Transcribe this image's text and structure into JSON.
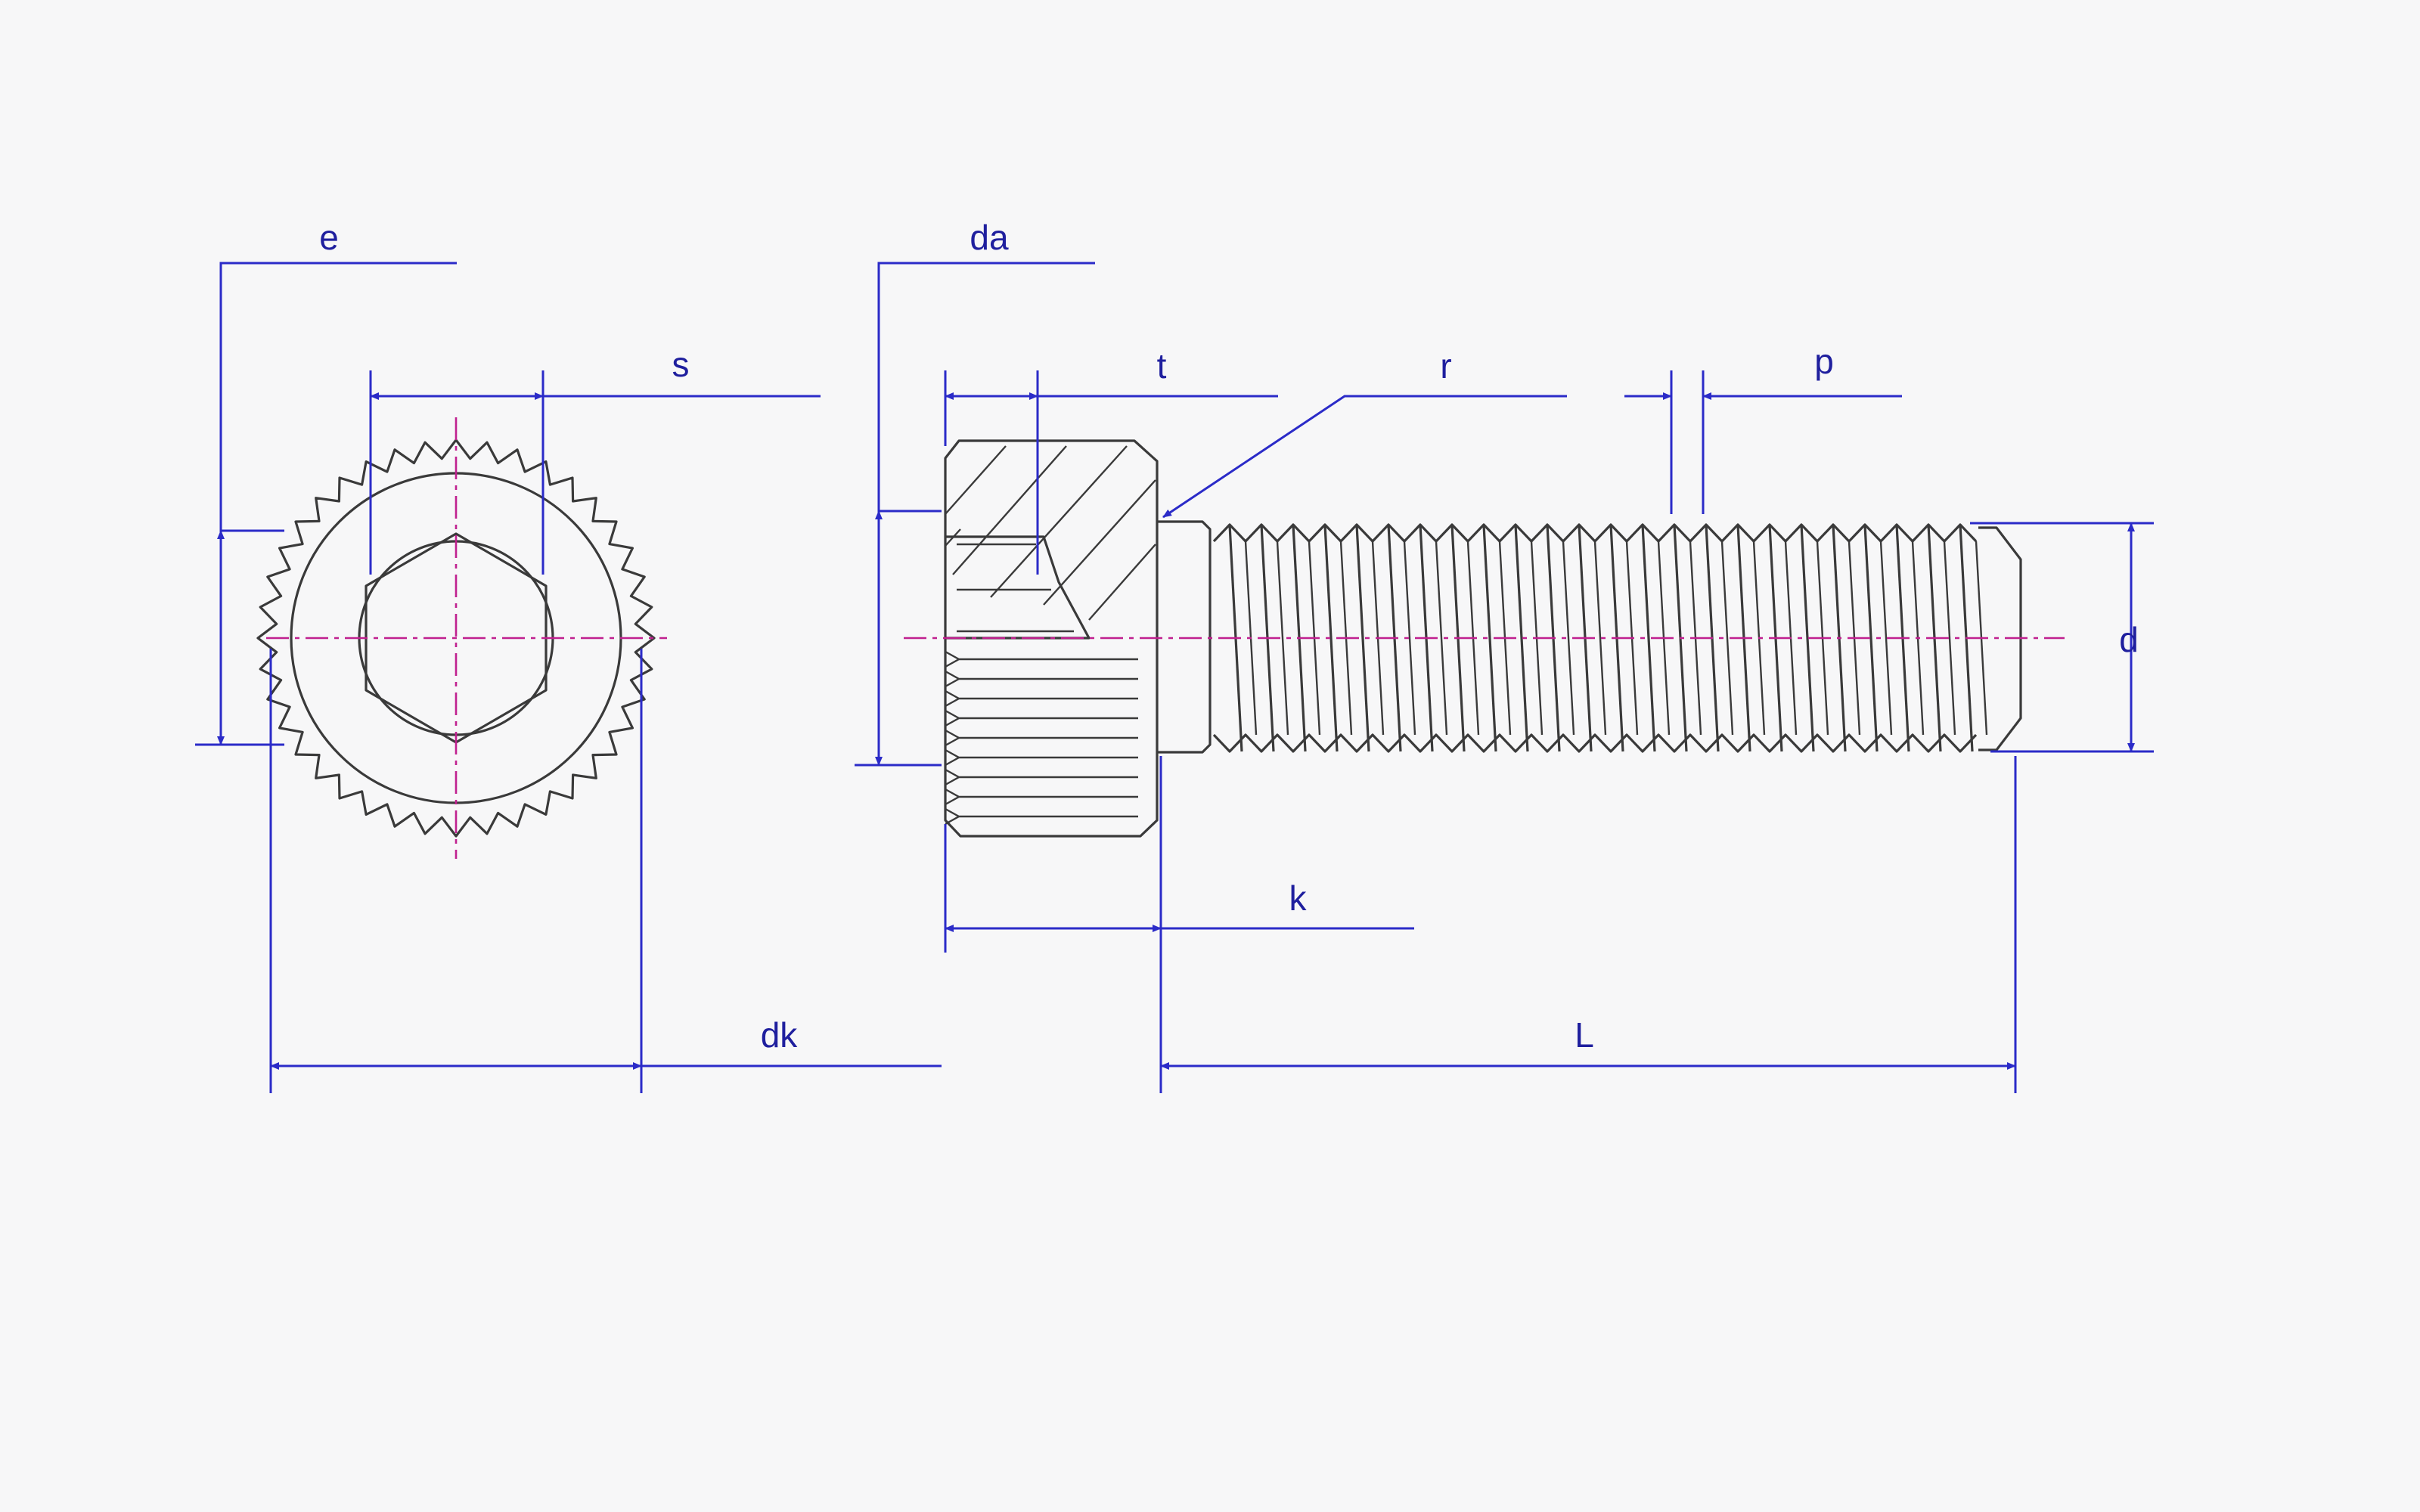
{
  "colors": {
    "background": "#f7f7f8",
    "dimension_line": "#2b2bc8",
    "dimension_text": "#1f1f9e",
    "center_line": "#c0208f",
    "object_line": "#3a3a3a"
  },
  "labels": {
    "e": "e",
    "s": "s",
    "dk": "dk",
    "da": "da",
    "t": "t",
    "r": "r",
    "p": "p",
    "d": "d",
    "k": "k",
    "L": "L"
  }
}
